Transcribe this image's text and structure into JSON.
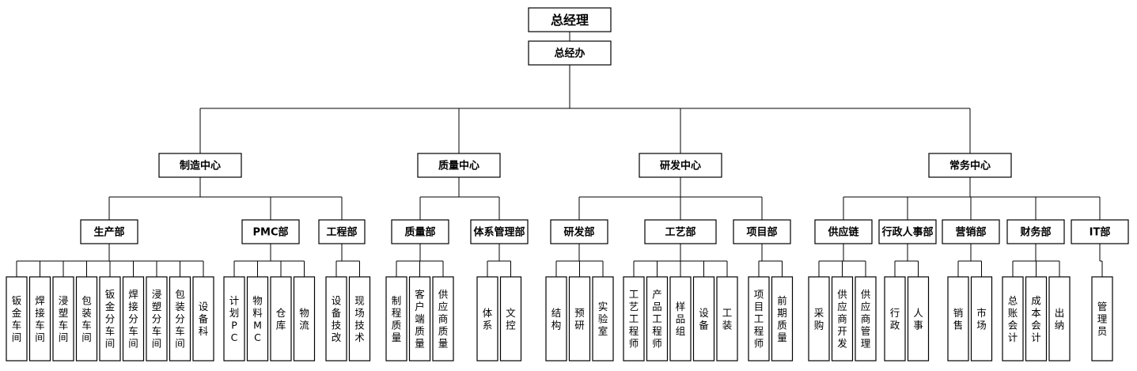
{
  "org": {
    "root": {
      "label": "总经理"
    },
    "office": {
      "label": "总经办"
    },
    "centers": [
      {
        "label": "制造中心",
        "depts": [
          {
            "label": "生产部",
            "units": [
              "钣金车间",
              "焊接车间",
              "浸塑车间",
              "包装车间",
              "钣金分车间",
              "焊接分车间",
              "浸塑分车间",
              "包装分车间",
              "设备科"
            ]
          },
          {
            "label": "PMC部",
            "units": [
              "计划PC",
              "物料MC",
              "仓库",
              "物流"
            ]
          },
          {
            "label": "工程部",
            "units": [
              "设备技改",
              "现场技术"
            ]
          }
        ]
      },
      {
        "label": "质量中心",
        "depts": [
          {
            "label": "质量部",
            "units": [
              "制程质量",
              "客户端质量",
              "供应商质量"
            ]
          },
          {
            "label": "体系管理部",
            "units": [
              "体系",
              "文控"
            ]
          }
        ]
      },
      {
        "label": "研发中心",
        "depts": [
          {
            "label": "研发部",
            "units": [
              "结构",
              "预研",
              "实验室"
            ]
          },
          {
            "label": "工艺部",
            "units": [
              "工艺工程师",
              "产品工程师",
              "样品组",
              "设备",
              "工装"
            ]
          },
          {
            "label": "项目部",
            "units": [
              "项目工程师",
              "前期质量"
            ]
          }
        ]
      },
      {
        "label": "常务中心",
        "depts": [
          {
            "label": "供应链",
            "units": [
              "采购",
              "供应商开发",
              "供应商管理"
            ]
          },
          {
            "label": "行政人事部",
            "units": [
              "行政",
              "人事"
            ]
          },
          {
            "label": "营销部",
            "units": [
              "销售",
              "市场"
            ]
          },
          {
            "label": "财务部",
            "units": [
              "总账会计",
              "成本会计",
              "出纳"
            ]
          },
          {
            "label": "IT部",
            "units": [
              "管理员"
            ]
          }
        ]
      }
    ]
  }
}
